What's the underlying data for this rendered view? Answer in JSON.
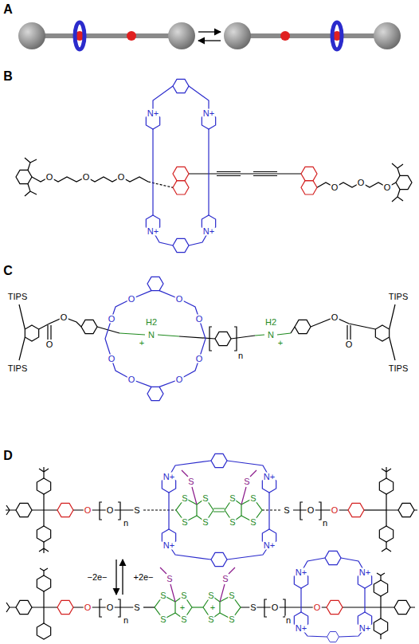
{
  "diagram": {
    "labels": [
      "A",
      "B",
      "O",
      "O",
      "O",
      "N+",
      "N+",
      "N+",
      "N+",
      "O",
      "O",
      "O",
      "C",
      "TIPS",
      "TIPS",
      "O",
      "O",
      "O",
      "O",
      "O",
      "O",
      "O",
      "O",
      "O",
      "O",
      "H2",
      "+",
      "N",
      "n",
      "H2",
      "N",
      "+",
      "O",
      "O",
      "TIPS",
      "TIPS",
      "D",
      "O",
      "O",
      "n",
      "S",
      "N+",
      "N+",
      "S",
      "S",
      "S",
      "S",
      "S",
      "S",
      "S",
      "S",
      "S",
      "S",
      "N+",
      "N+",
      "S",
      "O",
      "n",
      "O",
      "−2e−",
      "+2e−",
      "O",
      "O",
      "n",
      "S",
      "S",
      "S",
      "S",
      "S",
      "S",
      "S",
      "S",
      "S",
      "S",
      "S",
      "+",
      "+",
      "S",
      "O",
      "n",
      "N+",
      "N+",
      "O",
      "N+",
      "N+"
    ]
  }
}
